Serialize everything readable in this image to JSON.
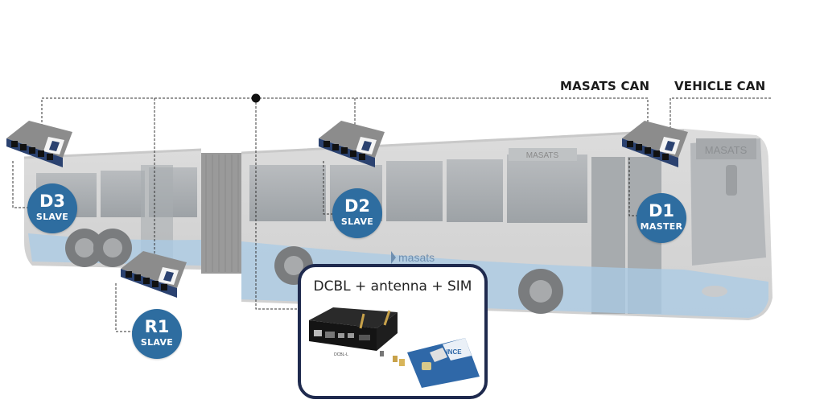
{
  "labels": {
    "masats_can": "MASATS CAN",
    "vehicle_can": "VEHICLE CAN"
  },
  "nodes": [
    {
      "id": "D3",
      "role": "SLAVE"
    },
    {
      "id": "D2",
      "role": "SLAVE"
    },
    {
      "id": "D1",
      "role": "MASTER"
    },
    {
      "id": "R1",
      "role": "SLAVE"
    }
  ],
  "panel": {
    "title": "DCBL + antenna + SIM",
    "device_label": "DCBL-L",
    "card_brand": "INCE"
  },
  "bus": {
    "header_sign": "MASATS",
    "interior_sign": "MASATS",
    "side_logo": "masats"
  },
  "colors": {
    "node_fill": "#2e6da0",
    "panel_border": "#1f2a4e",
    "bus_stripe": "#a9cbe6"
  }
}
